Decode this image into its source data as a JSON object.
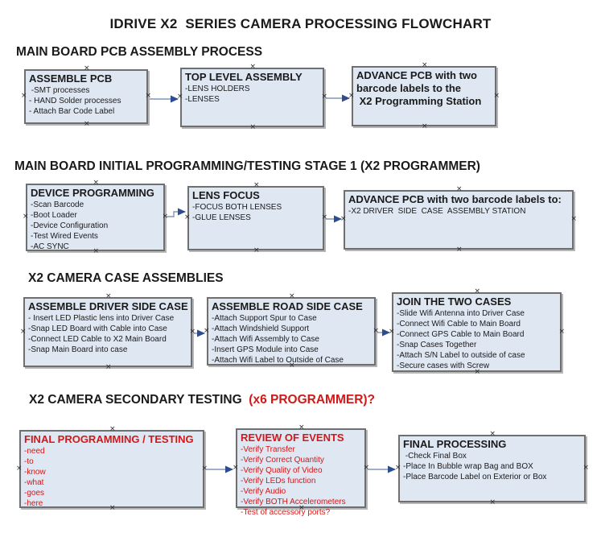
{
  "title": "IDRIVE X2  SERIES CAMERA PROCESSING FLOWCHART",
  "colors": {
    "text_color": "#1a1a1a",
    "box_fill": "#dfe7f3",
    "box_border": "#6f6f6f",
    "arrow_line": "#7e95b8",
    "arrow_head": "#2e4d8e",
    "red_text": "#d41717"
  },
  "sections": [
    {
      "heading": "MAIN BOARD PCB ASSEMBLY PROCESS"
    },
    {
      "heading": "MAIN BOARD INITIAL PROGRAMMING/TESTING STAGE 1 (X2 PROGRAMMER)"
    },
    {
      "heading": "X2 CAMERA CASE ASSEMBLIES"
    },
    {
      "heading_black": "X2 CAMERA SECONDARY TESTING",
      "heading_red": "  (x6 PROGRAMMER)?"
    }
  ],
  "boxes": {
    "assemble_pcb": {
      "title": "ASSEMBLE PCB",
      "lines": [
        " -SMT processes",
        "- HAND Solder processes",
        "- Attach Bar Code Label"
      ]
    },
    "top_level_assembly": {
      "title": "TOP LEVEL ASSEMBLY",
      "lines": [
        "-LENS HOLDERS",
        "-LENSES"
      ]
    },
    "advance_pcb_station": {
      "title": "ADVANCE PCB with two\nbarcode labels to the\n X2 Programming Station",
      "lines": []
    },
    "device_programming": {
      "title": "DEVICE PROGRAMMING",
      "lines": [
        "-Scan Barcode",
        "-Boot Loader",
        "-Device Configuration",
        "-Test Wired Events",
        "-AC SYNC"
      ]
    },
    "lens_focus": {
      "title": "LENS FOCUS",
      "lines": [
        "-FOCUS BOTH LENSES",
        "-GLUE LENSES"
      ]
    },
    "advance_pcb_driver": {
      "title": "ADVANCE PCB with two barcode labels to:",
      "lines": [
        "-X2 DRIVER  SIDE  CASE  ASSEMBLY STATION"
      ]
    },
    "assemble_driver_side_case": {
      "title": "ASSEMBLE DRIVER SIDE CASE",
      "lines": [
        "- Insert LED Plastic lens into Driver Case",
        "-Snap LED Board with Cable into Case",
        "-Connect LED Cable to X2 Main Board",
        "-Snap Main Board into case"
      ]
    },
    "assemble_road_side_case": {
      "title": "ASSEMBLE ROAD SIDE CASE",
      "lines": [
        "-Attach Support Spur to Case",
        "-Attach Windshield Support",
        "-Attach Wifi Assembly to Case",
        "-Insert GPS Module into Case",
        "-Attach Wifi Label to Outside of Case"
      ]
    },
    "join_the_two_cases": {
      "title": "JOIN THE TWO CASES",
      "lines": [
        "-Slide Wifi Antenna into Driver Case",
        "-Connect Wifi Cable to Main Board",
        "-Connect GPS Cable to Main Board",
        "-Snap Cases Together",
        "-Attach S/N Label to outside of case",
        "-Secure cases with Screw"
      ]
    },
    "final_programming_testing": {
      "title": "FINAL PROGRAMMING / TESTING",
      "lines": [
        "-need",
        "-to",
        "-know",
        "-what",
        "-goes",
        "-here"
      ]
    },
    "review_of_events": {
      "title": "REVIEW OF EVENTS",
      "lines": [
        "-Verify Transfer",
        "-Verify Correct Quantity",
        "-Verify Quality of Video",
        "-Verify LEDs function",
        "-Verify Audio",
        "-Verify BOTH Accelerometers",
        "-Test of accessory ports?"
      ]
    },
    "final_processing": {
      "title": "FINAL PROCESSING",
      "lines": [
        " -Check Final Box",
        "-Place In Bubble wrap Bag and BOX",
        "-Place Barcode Label on Exterior or Box"
      ]
    }
  }
}
